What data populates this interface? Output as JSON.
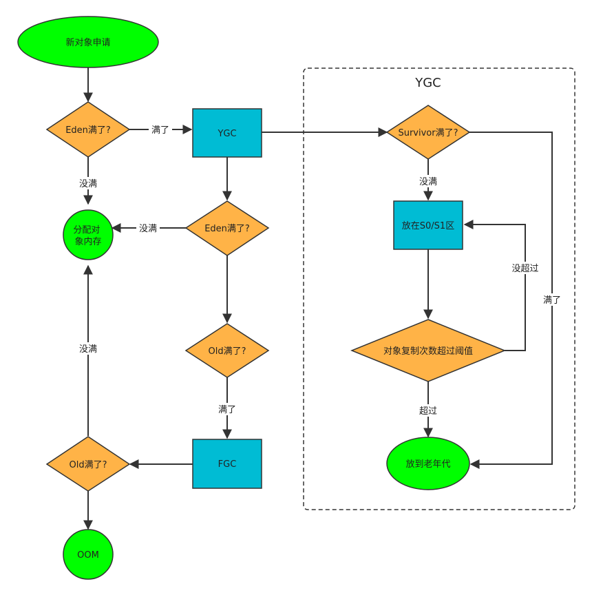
{
  "colors": {
    "terminal": "#00ff00",
    "decision": "#ffb347",
    "process": "#00bcd4",
    "stroke": "#333333",
    "line": "#333333"
  },
  "nodes": {
    "start": "新对象申请",
    "eden_full_1": "Eden满了?",
    "ygc": "YGC",
    "survivor_full": "Survivor满了?",
    "put_s0_s1": "放在S0/S1区",
    "copy_threshold": "对象复制次数超过阈值",
    "old_generation": "放到老年代",
    "allocate_line1": "分配对",
    "allocate_line2": "象内存",
    "eden_full_2": "Eden满了?",
    "old_full_1": "Old满了?",
    "fgc": "FGC",
    "old_full_2": "Old满了?",
    "oom": "OOM"
  },
  "edges": {
    "eden1_to_ygc": "满了",
    "eden1_to_alloc": "没满",
    "survivor_to_s0s1": "没满",
    "threshold_not_exceed": "没超过",
    "survivor_to_old": "满了",
    "threshold_exceed": "超过",
    "eden2_to_alloc": "没满",
    "old1_to_fgc": "满了",
    "old2_to_alloc": "没满"
  },
  "group": {
    "title": "YGC"
  }
}
